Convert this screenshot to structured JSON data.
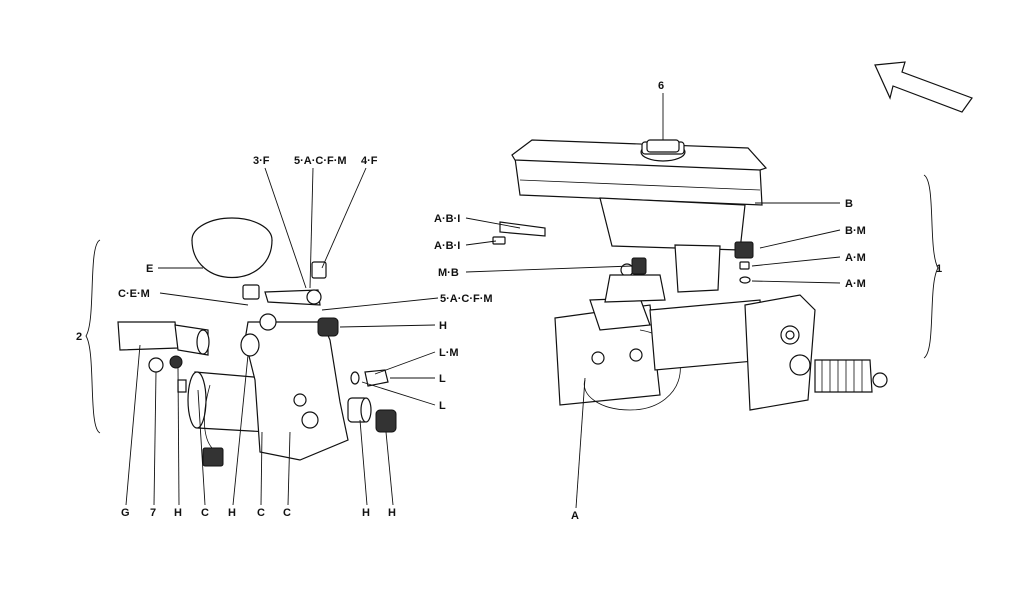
{
  "labels": {
    "l_6": "6",
    "l_3f": "3·F",
    "l_5acfm_top": "5·A·C·F·M",
    "l_4f": "4·F",
    "l_e": "E",
    "l_cem": "C·E·M",
    "l_5acfm_mid": "5·A·C·F·M",
    "l_h_upper": "H",
    "l_2": "2",
    "l_lm": "L·M",
    "l_l1": "L",
    "l_l2": "L",
    "l_abi1": "A·B·I",
    "l_abi2": "A·B·I",
    "l_mb": "M·B",
    "l_b": "B",
    "l_bm": "B·M",
    "l_am1": "A·M",
    "l_am2": "A·M",
    "l_1": "1",
    "l_a": "A",
    "b_g": "G",
    "b_7": "7",
    "b_h1": "H",
    "b_c1": "C",
    "b_h2": "H",
    "b_c2": "C",
    "b_c3": "C",
    "b_h3": "H",
    "b_h4": "H"
  }
}
